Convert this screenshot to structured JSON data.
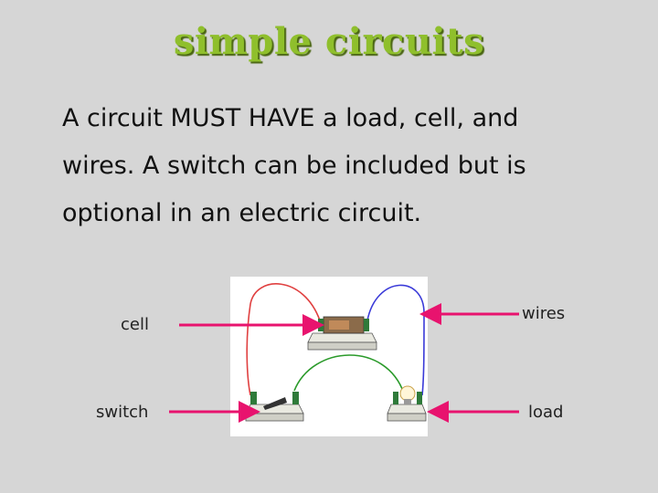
{
  "slide": {
    "title": "simple circuits",
    "body_lines": [
      "A circuit MUST HAVE a load, cell, and",
      "wires. A switch can be included but is",
      "optional in an electric circuit."
    ]
  },
  "diagram": {
    "labels": {
      "cell": "cell",
      "switch": "switch",
      "wires": "wires",
      "load": "load"
    },
    "colors": {
      "title": "#8fbf2c",
      "arrows": "#e8136e",
      "wire_red": "#e04040",
      "wire_blue": "#3a3ad8",
      "wire_green": "#2a9a2a"
    }
  }
}
